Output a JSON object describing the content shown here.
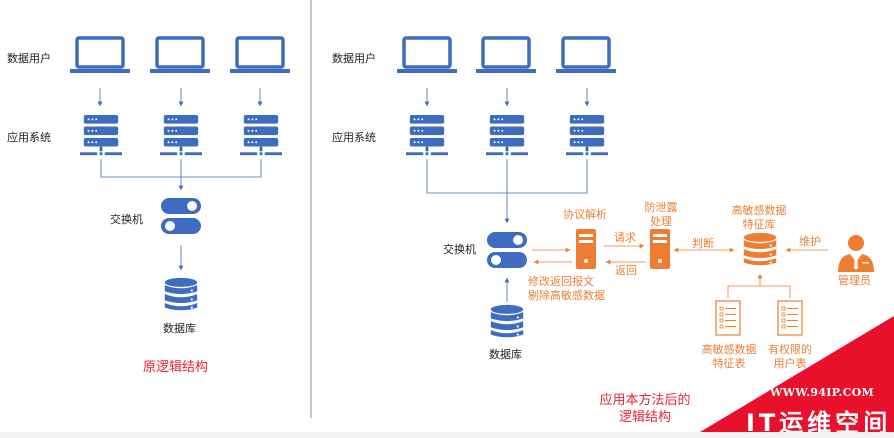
{
  "left_panel": {
    "labels": {
      "data_users": "数据用户",
      "app_systems": "应用系统",
      "switch": "交换机",
      "database": "数据库"
    },
    "caption": "原逻辑结构"
  },
  "right_panel": {
    "labels": {
      "data_users": "数据用户",
      "app_systems": "应用系统",
      "switch": "交换机",
      "database": "数据库",
      "protocol_parse": "协议解析",
      "leak_prevention_line1": "防泄露",
      "leak_prevention_line2": "处理",
      "sensitive_lib_line1": "高敏感数据",
      "sensitive_lib_line2": "特征库",
      "admin": "管理员",
      "request": "请求",
      "return": "返回",
      "judge": "判断",
      "maintain": "维护",
      "modify_line1": "修改返回报文",
      "modify_line2": "剔除高敏感数据",
      "feature_table_line1": "高敏感数据",
      "feature_table_line2": "特征表",
      "user_table_line1": "有权限的",
      "user_table_line2": "用户表"
    },
    "caption_line1": "应用本方法后的",
    "caption_line2": "逻辑结构"
  },
  "watermark": {
    "url": "WWW.94IP.COM",
    "title": "IT运维空间"
  },
  "colors": {
    "blue": "#3d6cc0",
    "orange": "#ee7d31",
    "red": "#e8232f",
    "divider": "#9aa3ad"
  }
}
